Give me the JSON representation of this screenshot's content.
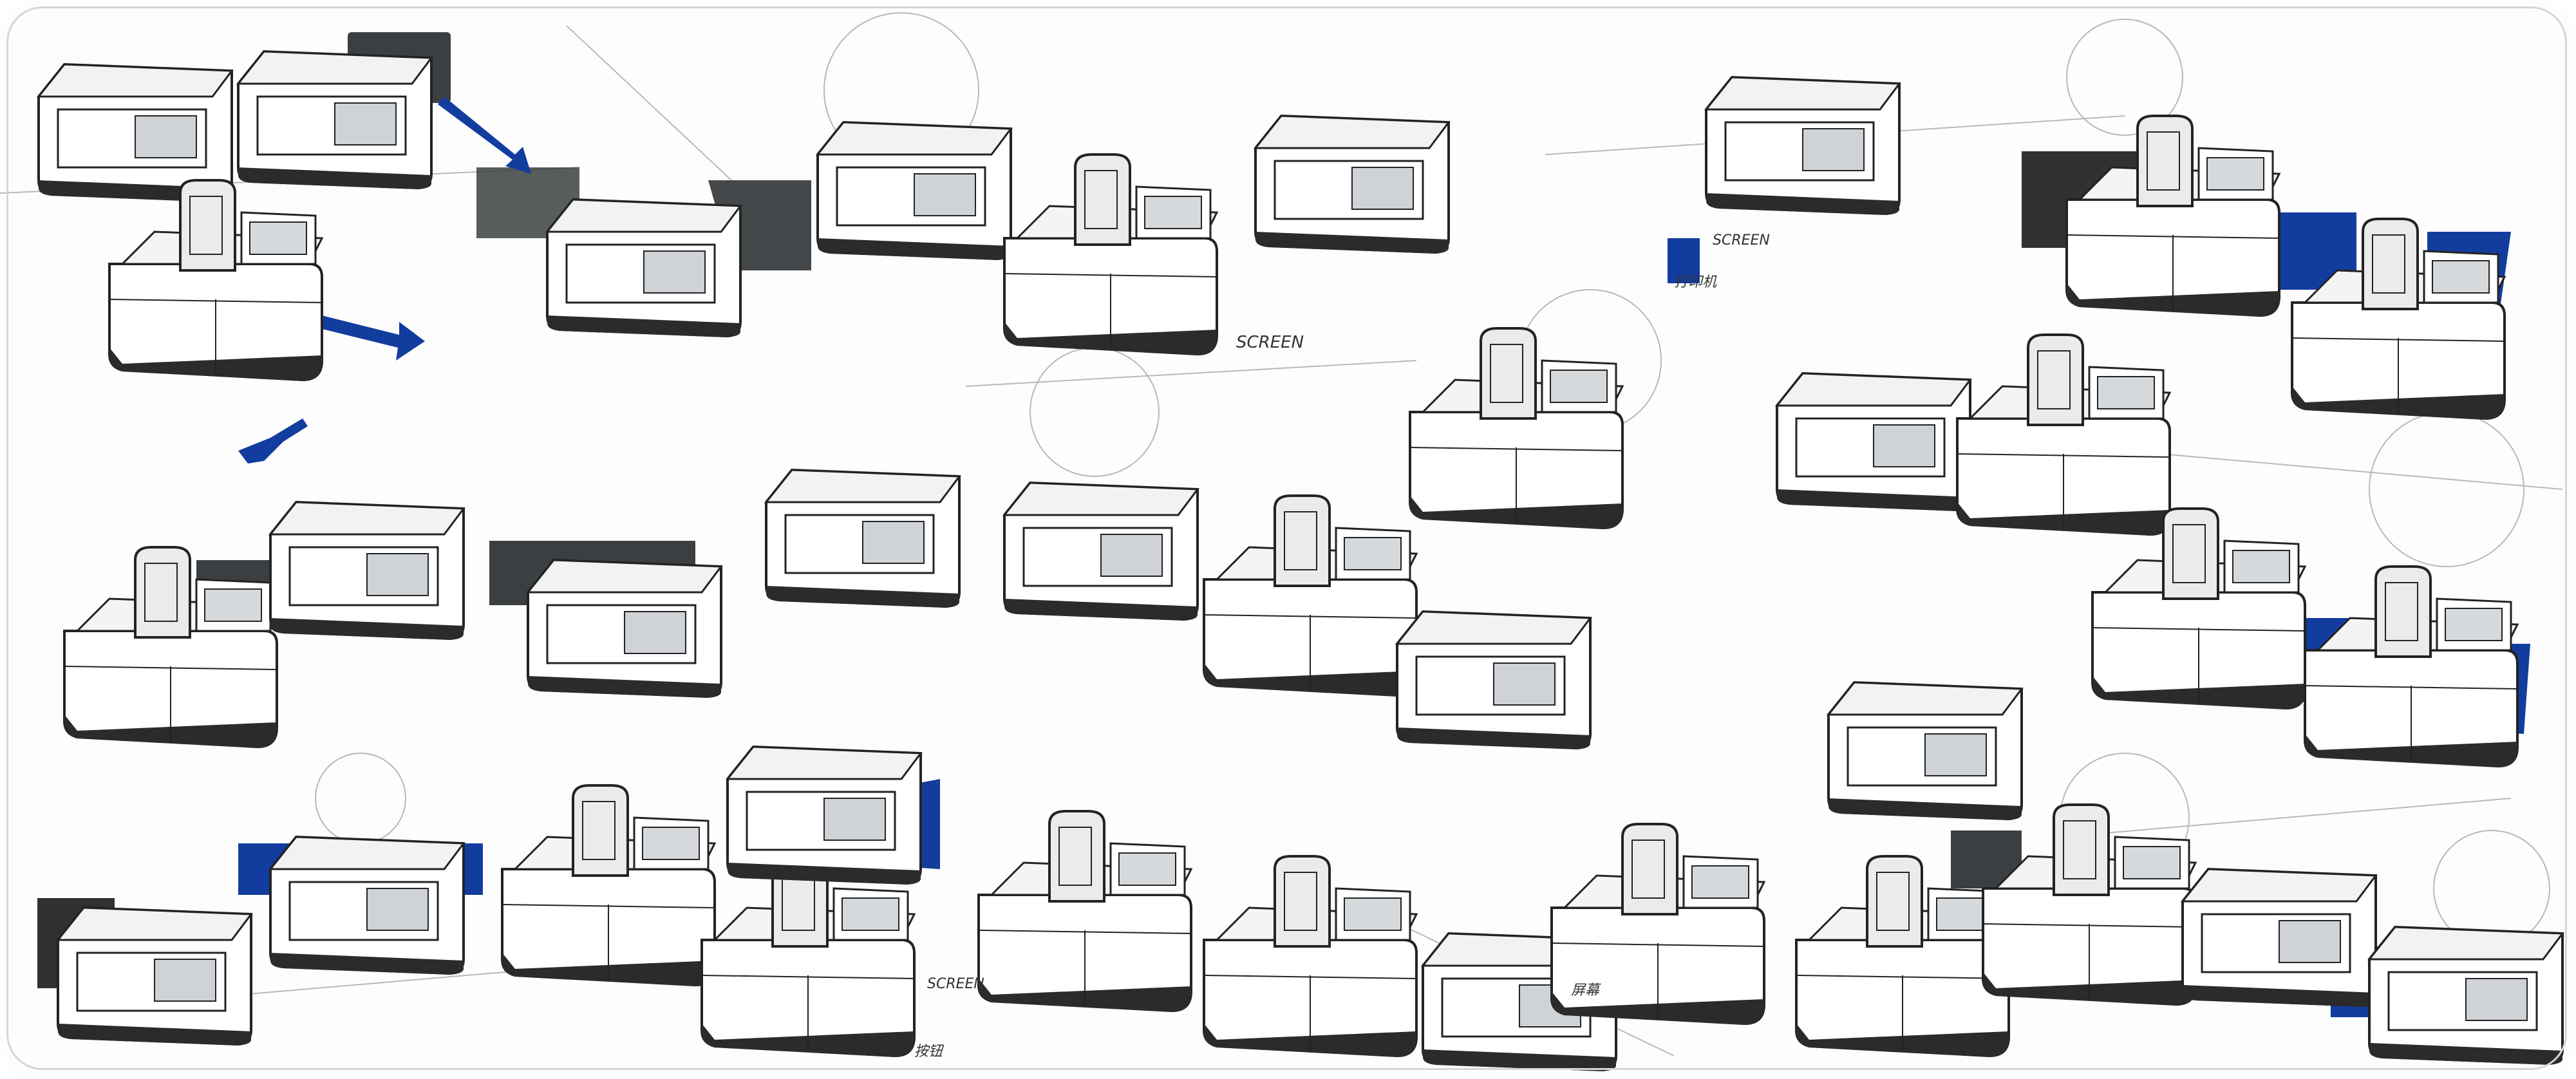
{
  "sketch": {
    "background": "#fdfdfd",
    "ink": "#2a2a2a",
    "marker_blue": "#123d9e",
    "marker_dark": "#3c3f41",
    "marker_grey": "#c9cdd2",
    "annotations": {
      "screen_1": "SCREEN",
      "screen_2": "SCREEN",
      "screen_3": "SCREEN",
      "note_cn_1": "打印机",
      "note_cn_2": "按钮",
      "note_cn_3": "屏幕"
    }
  }
}
